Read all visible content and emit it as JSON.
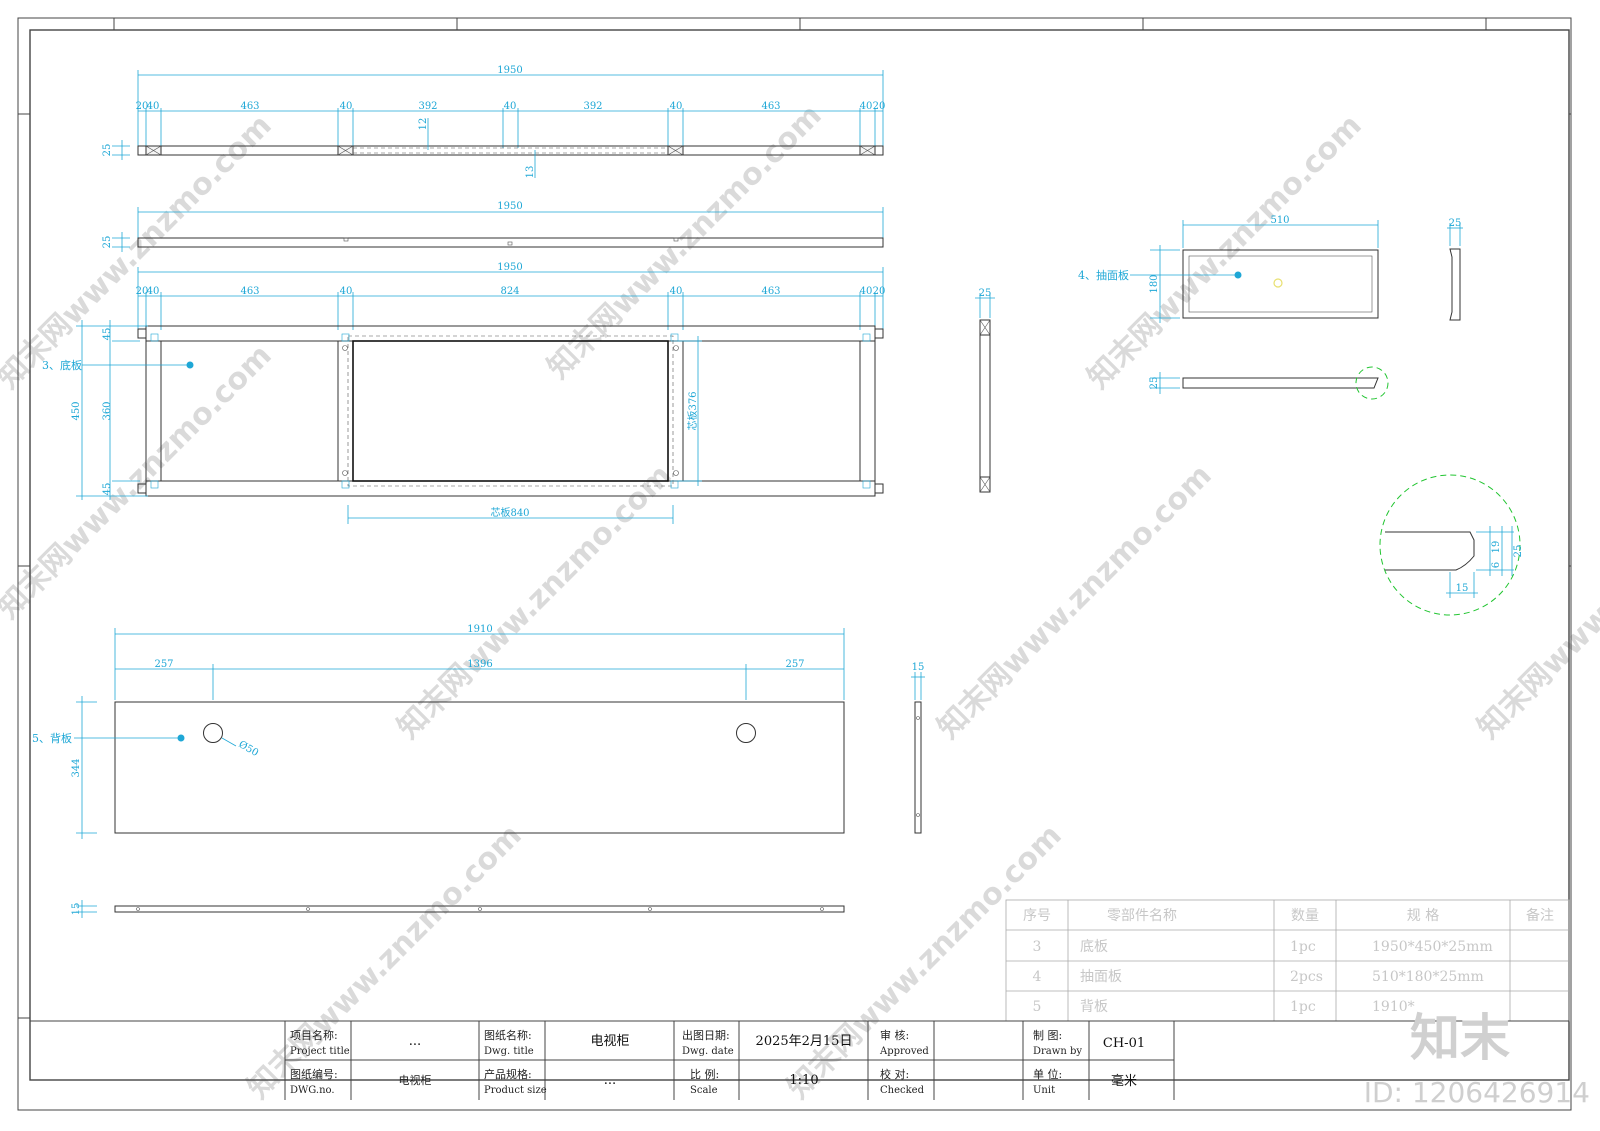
{
  "drawing": {
    "top_view": {
      "overall": "1950",
      "segments": [
        "20",
        "40",
        "463",
        "40",
        "392",
        "40",
        "392",
        "40",
        "463",
        "40",
        "20"
      ],
      "thickness": "25",
      "slot_dims": [
        "12",
        "13"
      ]
    },
    "middle_view": {
      "overall": "1950",
      "thickness": "25"
    },
    "bottom_board": {
      "overall": "1950",
      "segments": [
        "20",
        "40",
        "463",
        "40",
        "824",
        "40",
        "463",
        "40",
        "20"
      ],
      "label": "3、底板",
      "height": "450",
      "inner_height": "360",
      "rail_top": "45",
      "rail_bottom": "45",
      "core_width": "芯板840",
      "core_height": "芯板376",
      "side_thickness": "25"
    },
    "drawer_face": {
      "label": "4、抽面板",
      "width": "510",
      "height": "180",
      "thickness": "25",
      "side_thickness": "25"
    },
    "detail": {
      "d1": "19",
      "d2": "6",
      "d3": "25",
      "d4": "15"
    },
    "back_panel": {
      "label": "5、背板",
      "overall": "1910",
      "segments": [
        "257",
        "1396",
        "257"
      ],
      "height": "344",
      "hole": "Ø50",
      "thickness": "15",
      "side_thickness": "15"
    }
  },
  "bom": {
    "headers": [
      "序号",
      "零部件名称",
      "数量",
      "规  格",
      "备注"
    ],
    "rows": [
      [
        "3",
        "底板",
        "1pc",
        "1950*450*25mm",
        ""
      ],
      [
        "4",
        "抽面板",
        "2pcs",
        "510*180*25mm",
        ""
      ],
      [
        "5",
        "背板",
        "1pc",
        "1910*",
        ""
      ]
    ]
  },
  "title_block": {
    "project_title_label": "项目名称:",
    "project_title_label_en": "Project title",
    "project_title_value": "...",
    "dwg_no_label": "图纸编号:",
    "dwg_no_label_en": "DWG.no.",
    "dwg_no_value": "电视柜",
    "dwg_title_label": "图纸名称:",
    "dwg_title_label_en": "Dwg. title",
    "dwg_title_value": "电视柜",
    "product_size_label": "产品规格:",
    "product_size_label_en": "Product size",
    "product_size_value": "...",
    "dwg_date_label": "出图日期:",
    "dwg_date_label_en": "Dwg. date",
    "dwg_date_value": "2025年2月15日",
    "scale_label": "比  例:",
    "scale_label_en": "Scale",
    "scale_value": "1:10",
    "approved_label": "审  核:",
    "approved_label_en": "Approved",
    "approved_value": "",
    "checked_label": "校  对:",
    "checked_label_en": "Checked",
    "checked_value": "",
    "drawn_label": "制  图:",
    "drawn_label_en": "Drawn by",
    "drawn_value": "CH-01",
    "unit_label": "单  位:",
    "unit_label_en": "Unit",
    "unit_value": "毫米"
  },
  "watermark": {
    "text": "知末网www.znzmo.com",
    "logo": "知末",
    "id": "ID: 1206426914"
  }
}
